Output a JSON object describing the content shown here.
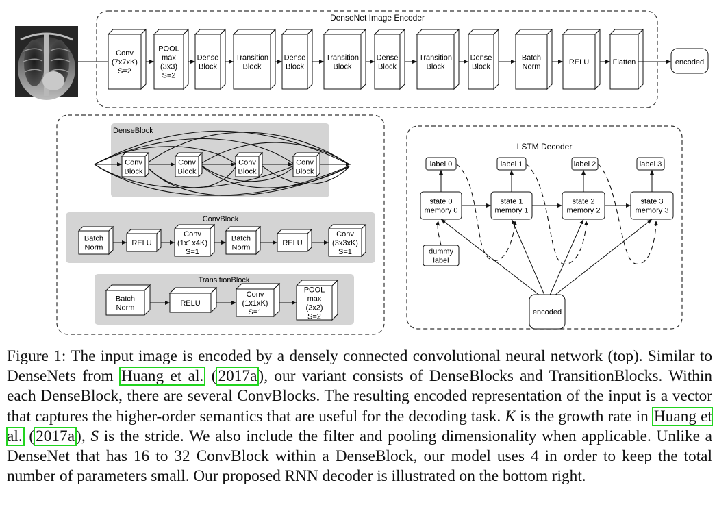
{
  "encoder": {
    "title": "DenseNet Image Encoder",
    "blocks": [
      [
        "Conv",
        "(7x7xK)",
        "S=2"
      ],
      [
        "POOL",
        "max",
        "(3x3)",
        "S=2"
      ],
      [
        "Dense",
        "Block"
      ],
      [
        "Transition",
        "Block"
      ],
      [
        "Dense",
        "Block"
      ],
      [
        "Transition",
        "Block"
      ],
      [
        "Dense",
        "Block"
      ],
      [
        "Transition",
        "Block"
      ],
      [
        "Dense",
        "Block"
      ],
      [
        "Batch",
        "Norm"
      ],
      [
        "RELU"
      ],
      [
        "Flatten"
      ]
    ],
    "output": "encoded"
  },
  "denseblock": {
    "title": "DenseBlock",
    "blocks": [
      [
        "Conv",
        "Block"
      ],
      [
        "Conv",
        "Block"
      ],
      [
        "Conv",
        "Block"
      ],
      [
        "Conv",
        "Block"
      ]
    ]
  },
  "convblock": {
    "title": "ConvBlock",
    "blocks": [
      [
        "Batch",
        "Norm"
      ],
      [
        "RELU"
      ],
      [
        "Conv",
        "(1x1x4K)",
        "S=1"
      ],
      [
        "Batch",
        "Norm"
      ],
      [
        "RELU"
      ],
      [
        "Conv",
        "(3x3xK)",
        "S=1"
      ]
    ]
  },
  "transitionblock": {
    "title": "TransitionBlock",
    "blocks": [
      [
        "Batch",
        "Norm"
      ],
      [
        "RELU"
      ],
      [
        "Conv",
        "(1x1xK)",
        "S=1"
      ],
      [
        "POOL",
        "max",
        "(2x2)",
        "S=2"
      ]
    ]
  },
  "decoder": {
    "title": "LSTM Decoder",
    "labels": [
      "label 0",
      "label 1",
      "label 2",
      "label 3"
    ],
    "states": [
      [
        "state 0",
        "memory 0"
      ],
      [
        "state 1",
        "memory 1"
      ],
      [
        "state 2",
        "memory 2"
      ],
      [
        "state 3",
        "memory 3"
      ]
    ],
    "dummy": [
      "dummy",
      "label"
    ],
    "encoded": "encoded"
  },
  "caption": {
    "t1": "Figure 1: The input image is encoded by a densely connected convolutional neural network (top). Similar to DenseNets from ",
    "c1": "Huang et al.",
    "c2": "2017a",
    "t2": ", our variant consists of DenseBlocks and TransitionBlocks. Within each DenseBlock, there are several ConvBlocks. The resulting encoded representation of the input is a vector that captures the higher-order semantics that are useful for the decoding task. ",
    "k": "K",
    "t3": " is the growth rate in ",
    "c3": "Huang et al.",
    "c4": "2017a",
    "t4": ", ",
    "s": "S",
    "t5": " is the stride. We also include the filter and pooling dimensionality when applicable. Unlike a DenseNet that has 16 to 32 ConvBlock within a DenseBlock, our model uses 4 in order to keep the total number of parameters small. Our proposed RNN decoder is illustrated on the bottom right."
  }
}
